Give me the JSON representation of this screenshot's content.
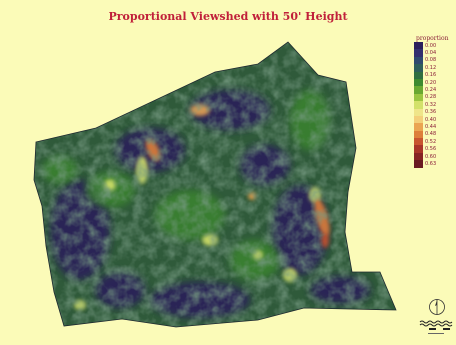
{
  "title": "Proportional Viewshed with 50' Height",
  "legend": {
    "title": "proportion",
    "entries": [
      {
        "label": "0.00",
        "color": "#2b1f5c"
      },
      {
        "label": "0.04",
        "color": "#33306e"
      },
      {
        "label": "0.08",
        "color": "#2f4a6e"
      },
      {
        "label": "0.12",
        "color": "#2e5e5a"
      },
      {
        "label": "0.16",
        "color": "#2f6f3f"
      },
      {
        "label": "0.20",
        "color": "#3d8a2f"
      },
      {
        "label": "0.24",
        "color": "#6aa830"
      },
      {
        "label": "0.28",
        "color": "#9cc540"
      },
      {
        "label": "0.32",
        "color": "#d3e16a"
      },
      {
        "label": "0.36",
        "color": "#efe58a"
      },
      {
        "label": "0.40",
        "color": "#f3cf7a"
      },
      {
        "label": "0.44",
        "color": "#eaa552"
      },
      {
        "label": "0.48",
        "color": "#dd7f3a"
      },
      {
        "label": "0.52",
        "color": "#c8552f"
      },
      {
        "label": "0.56",
        "color": "#a83528"
      },
      {
        "label": "0.60",
        "color": "#862423"
      },
      {
        "label": "0.63",
        "color": "#6a1a22"
      }
    ]
  },
  "map": {
    "background_color": "#fbfbb8",
    "base_color": "#2f5a3a"
  },
  "north_arrow": {
    "icon": "north-arrow-icon"
  },
  "scale_bar": {
    "icon": "scale-bar-icon"
  }
}
